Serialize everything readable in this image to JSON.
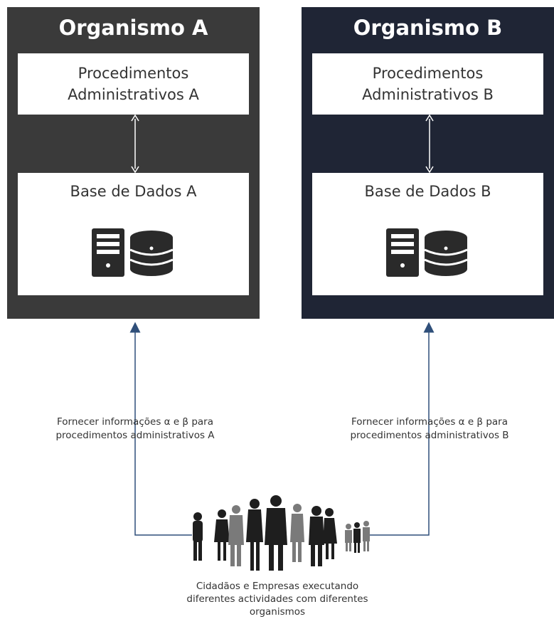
{
  "org_a": {
    "title": "Organismo A",
    "proc_line1": "Procedimentos",
    "proc_line2": "Administrativos A",
    "db_label": "Base de Dados A",
    "caption_line1": "Fornecer informações α e β para",
    "caption_line2": "procedimentos administrativos A"
  },
  "org_b": {
    "title": "Organismo B",
    "proc_line1": "Procedimentos",
    "proc_line2": "Administrativos B",
    "db_label": "Base de Dados B",
    "caption_line1": "Fornecer informações α e β para",
    "caption_line2": "procedimentos administrativos B"
  },
  "crowd": {
    "caption_line1": "Cidadãos e Empresas executando",
    "caption_line2": "diferentes actividades com diferentes",
    "caption_line3": "organismos"
  },
  "colors": {
    "panel_a": "#3a3a3a",
    "panel_b": "#1f2535",
    "connector": "#2f4f7a"
  },
  "icons": [
    "server-icon",
    "database-icon",
    "bidirectional-arrow-icon",
    "up-arrow-icon",
    "people-crowd-icon"
  ]
}
